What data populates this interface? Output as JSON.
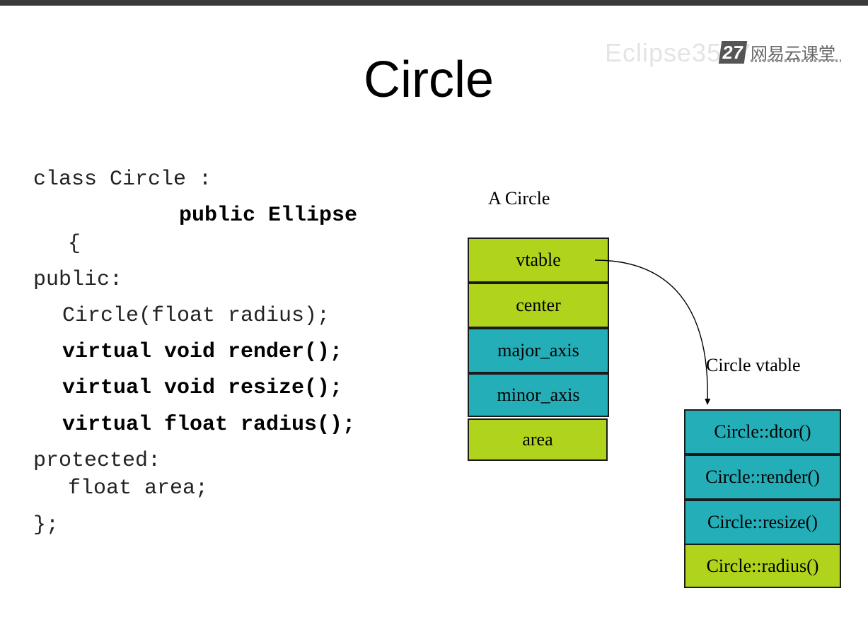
{
  "watermark": {
    "text": "Eclipse3527",
    "badge": "27",
    "brand": "网易云课堂"
  },
  "title": "Circle",
  "code": {
    "line1": "class Circle :",
    "line2": "public Ellipse",
    "line3": "{",
    "line4": "public:",
    "line5": "Circle(float radius);",
    "line6": "virtual void render();",
    "line7": "virtual void resize();",
    "line8": "virtual float radius();",
    "line9": "protected:",
    "line10": "float area;",
    "line11": "};"
  },
  "object": {
    "label": "A Circle",
    "fields": [
      {
        "name": "vtable",
        "color": "#b0d41b"
      },
      {
        "name": "center",
        "color": "#b0d41b"
      },
      {
        "name": "major_axis",
        "color": "#23aeb8"
      },
      {
        "name": "minor_axis",
        "color": "#23aeb8"
      },
      {
        "name": "area",
        "color": "#b0d41b"
      }
    ]
  },
  "vtable": {
    "label": "Circle vtable",
    "entries": [
      {
        "name": "Circle::dtor()",
        "color": "#23aeb8"
      },
      {
        "name": "Circle::render()",
        "color": "#23aeb8"
      },
      {
        "name": "Circle::resize()",
        "color": "#23aeb8"
      },
      {
        "name": "Circle::radius()",
        "color": "#b0d41b"
      }
    ]
  }
}
